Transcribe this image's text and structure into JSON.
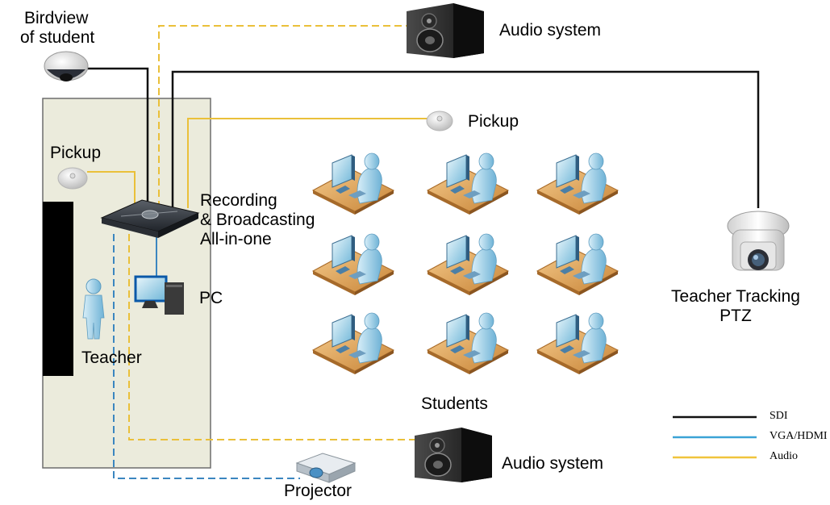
{
  "labels": {
    "birdview": [
      "Birdview",
      "of student"
    ],
    "audio_top": "Audio system",
    "pickup_right": "Pickup",
    "pickup_left": "Pickup",
    "recorder": [
      "Recording",
      "& Broadcasting",
      "All-in-one"
    ],
    "pc": "PC",
    "teacher": "Teacher",
    "ptz": [
      "Teacher Tracking",
      "PTZ"
    ],
    "students": "Students",
    "audio_bottom": "Audio system",
    "projector": "Projector"
  },
  "legend": [
    {
      "label": "SDI",
      "color": "#111111",
      "dashed": false
    },
    {
      "label": "VGA/HDMI",
      "color": "#3ba3d6",
      "dashed": false
    },
    {
      "label": "Audio",
      "color": "#f0c43c",
      "dashed": false
    }
  ],
  "colors": {
    "sdi": "#111111",
    "vga": "#3b86c0",
    "audio": "#eac03a",
    "room": "#ebebdc"
  }
}
